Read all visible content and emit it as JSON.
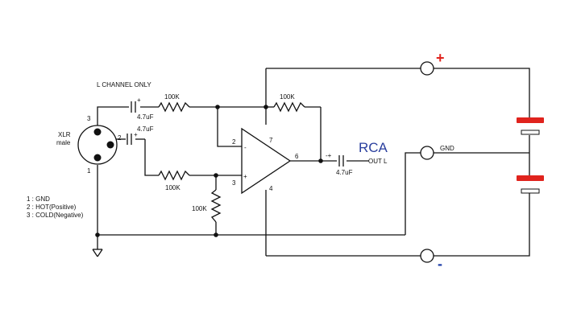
{
  "diagram": {
    "channel_note": "L CHANNEL ONLY",
    "connector": {
      "line1": "XLR",
      "line2": "male",
      "pin1": "1",
      "pin2": "2",
      "pin3": "3"
    },
    "legend": [
      "1 : GND",
      "2 : HOT(Positive)",
      "3 : COLD(Negative)"
    ],
    "resistors": {
      "r_input_top": "100K",
      "r_feedback": "100K",
      "r_input_bottom": "100K",
      "r_ground": "100K"
    },
    "capacitors": {
      "c_pin3": "4.7uF",
      "c_pin2": "4.7uF",
      "c_out": "4.7uF"
    },
    "cap_polarity": {
      "c_pin3": "+",
      "c_pin2": "+",
      "c_out": "-+"
    },
    "opamp": {
      "pin2": "2",
      "pin3": "3",
      "pin4": "4",
      "pin6": "6",
      "pin7": "7",
      "inv": "-",
      "noninv": "+"
    },
    "output": {
      "title": "RCA",
      "label": "OUT L"
    },
    "supply": {
      "positive": "+",
      "ground": "GND",
      "negative": "-"
    },
    "colors": {
      "battery": "#e0231d",
      "positive": "#e0231d",
      "negative": "#1f3fa8",
      "rca": "#2a3f9e"
    }
  }
}
